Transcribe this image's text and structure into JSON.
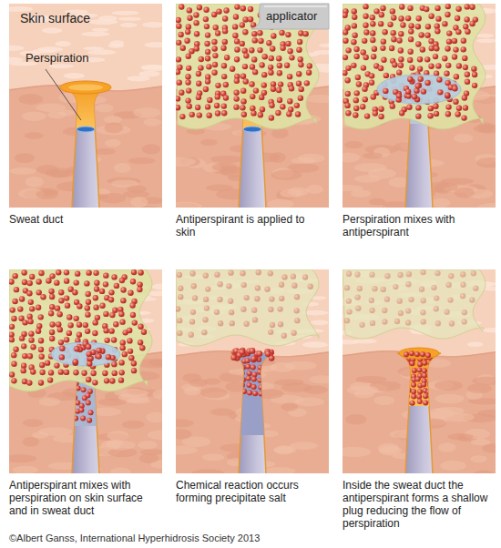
{
  "diagram": {
    "nodes": [
      {
        "text": [
          "Skin surface",
          "Perspiration",
          "Sweat duct"
        ]
      },
      {
        "text": [
          "Antiperspirant is applied to skin"
        ]
      },
      {
        "text": [
          "applicator"
        ],
        "in": 1
      },
      {
        "text": [
          "Perspiration mixes with antiperspirant"
        ]
      },
      {
        "text": [
          "Antiperspirant mixes with perspiration on skin surface and in sweat duct"
        ]
      },
      {
        "text": [
          "Chemical reaction occurs forming precipitate salt"
        ]
      },
      {
        "text": [
          "Inside the sweat duct the antiperspirant forms a shallow plug reducing the flow of perspiration"
        ]
      }
    ],
    "labels": [
      "©Albert Ganss, International Hyperhidrosis Society 2013"
    ]
  }
}
